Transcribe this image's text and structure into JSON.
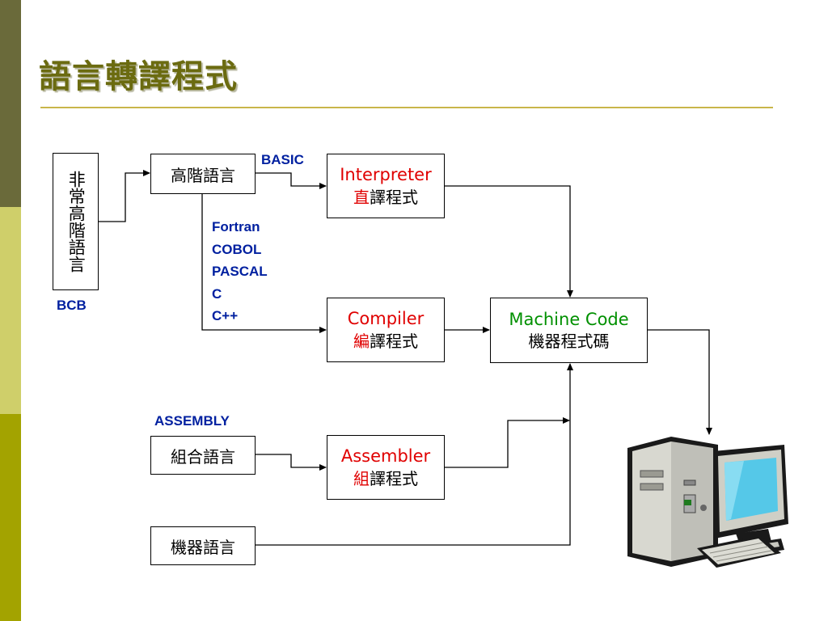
{
  "slide": {
    "title": "語言轉譯程式",
    "colors": {
      "sidebar_dark": "#6a6a3a",
      "sidebar_light": "#cfcf6a",
      "sidebar_olive": "#a3a300",
      "title": "#6b6b10",
      "rule": "#c9b64a",
      "label_blue": "#0020a0",
      "translator_red": "#e00000",
      "machine_green": "#009000"
    }
  },
  "boxes": {
    "very_high_level": "非常高階語言",
    "high_level": "高階語言",
    "interpreter_en": "Interpreter",
    "interpreter_zh_prefix": "直",
    "interpreter_zh_rest": "譯程式",
    "compiler_en": "Compiler",
    "compiler_zh_prefix": "編",
    "compiler_zh_rest": "譯程式",
    "machine_code_en": "Machine Code",
    "machine_code_zh": "機器程式碼",
    "assembly_lang": "組合語言",
    "assembler_en": "Assembler",
    "assembler_zh_prefix": "組",
    "assembler_zh_rest": "譯程式",
    "machine_lang": "機器語言"
  },
  "labels": {
    "bcb": "BCB",
    "basic": "BASIC",
    "compiled_langs": [
      "Fortran",
      "COBOL",
      "PASCAL",
      "C",
      "C++"
    ],
    "assembly": "ASSEMBLY"
  },
  "icons": {
    "computer": "desktop-computer-icon"
  }
}
